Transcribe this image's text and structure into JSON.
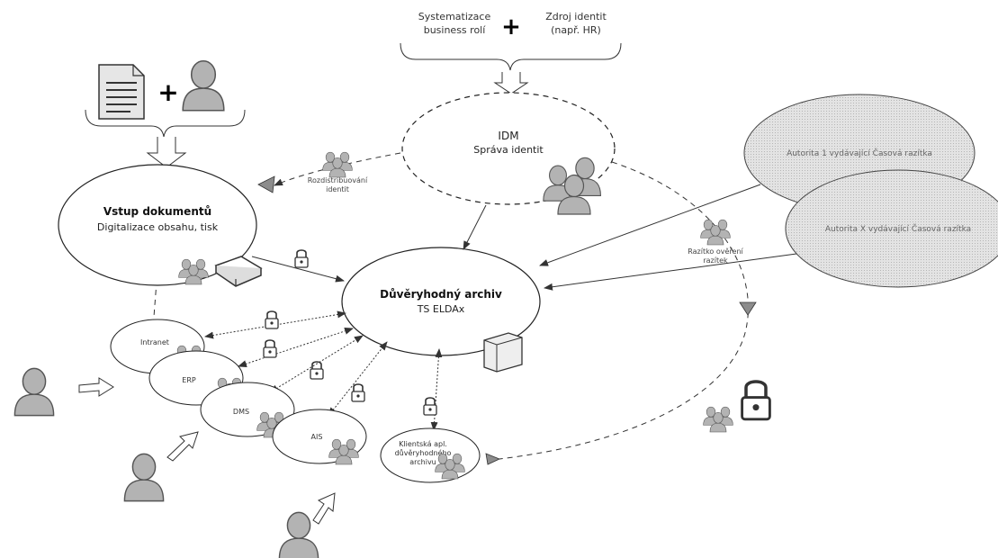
{
  "top_inputs": {
    "left_line1": "Systematizace",
    "left_line2": "business rolí",
    "plus": "+",
    "right_line1": "Zdroj identit",
    "right_line2": "(např. HR)"
  },
  "doc_inputs": {
    "plus": "+"
  },
  "idm": {
    "title": "IDM",
    "subtitle": "Správa identit"
  },
  "intake": {
    "title": "Vstup dokumentů",
    "subtitle": "Digitalizace obsahu, tisk"
  },
  "archive": {
    "title": "Důvěryhodný archiv",
    "subtitle": "TS ELDAx"
  },
  "distribution": {
    "line1": "Rozdistribuování",
    "line2": "identit"
  },
  "timestamp_label": {
    "line1": "Razítko ověření",
    "line2": "razítek"
  },
  "authorities": [
    {
      "label": "Autorita 1 vydávající Časová razítka"
    },
    {
      "label": "Autorita X vydávající Časová razítka"
    }
  ],
  "systems": [
    {
      "label": "Intranet"
    },
    {
      "label": "ERP"
    },
    {
      "label": "DMS"
    },
    {
      "label": "AIS"
    }
  ],
  "client_app": {
    "line1": "Klientská apl.",
    "line2": "důvěryhodného",
    "line3": "archivu"
  },
  "colors": {
    "line": "#333333",
    "ellipse_stroke": "#222222",
    "authority_fill": "#d9d9d9",
    "icon_gray": "#a9a9a9",
    "triangle_fill": "#8c8c8c"
  }
}
